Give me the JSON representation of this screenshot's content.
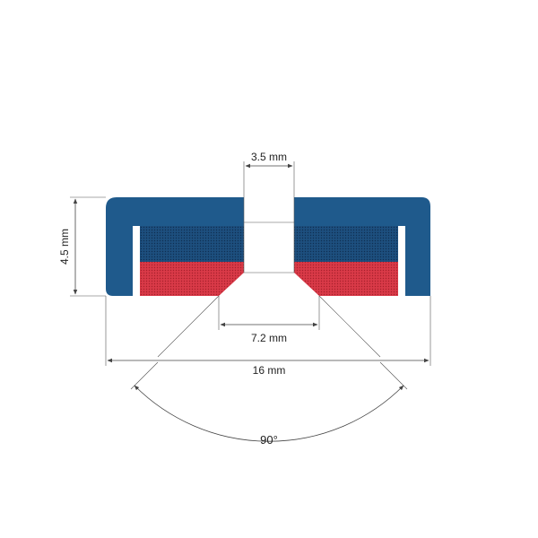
{
  "dimensions": {
    "hole_diameter": "3.5 mm",
    "countersink_diameter": "7.2 mm",
    "outer_diameter": "16 mm",
    "height": "4.5 mm",
    "countersink_angle": "90°"
  },
  "colors": {
    "cup": "#1f5a8c",
    "magnet_north": "#1d4f7e",
    "magnet_south": "#d93a48",
    "background": "#ffffff",
    "line": "#444444"
  }
}
